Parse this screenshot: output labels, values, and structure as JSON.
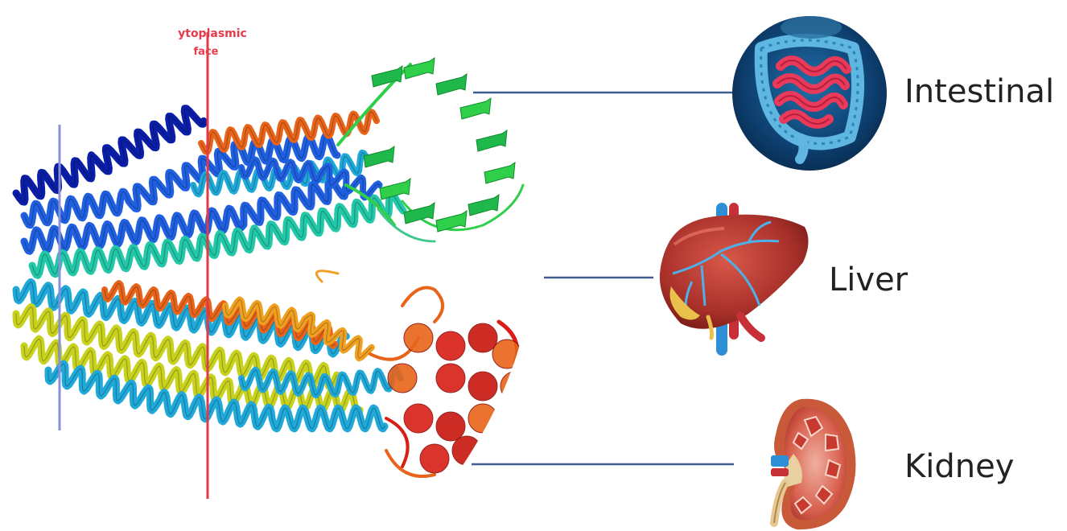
{
  "membrane_label": {
    "line1": "ytoplasmic",
    "line2": "face"
  },
  "organs": [
    {
      "id": "intestinal",
      "label": "Intestinal",
      "icon": "intestine-icon"
    },
    {
      "id": "liver",
      "label": "Liver",
      "icon": "liver-icon"
    },
    {
      "id": "kidney",
      "label": "Kidney",
      "icon": "kidney-icon"
    }
  ],
  "colors": {
    "connector": "#3f5d8f",
    "membrane_outer": "#8890d8",
    "membrane_inner": "#e03a4a",
    "helix_sequence": [
      "#0a1ea8",
      "#1f5fe0",
      "#1fa8d8",
      "#22c7a8",
      "#2fcf4a",
      "#c8d21e",
      "#f0a020",
      "#e8641a",
      "#d81e16"
    ]
  }
}
